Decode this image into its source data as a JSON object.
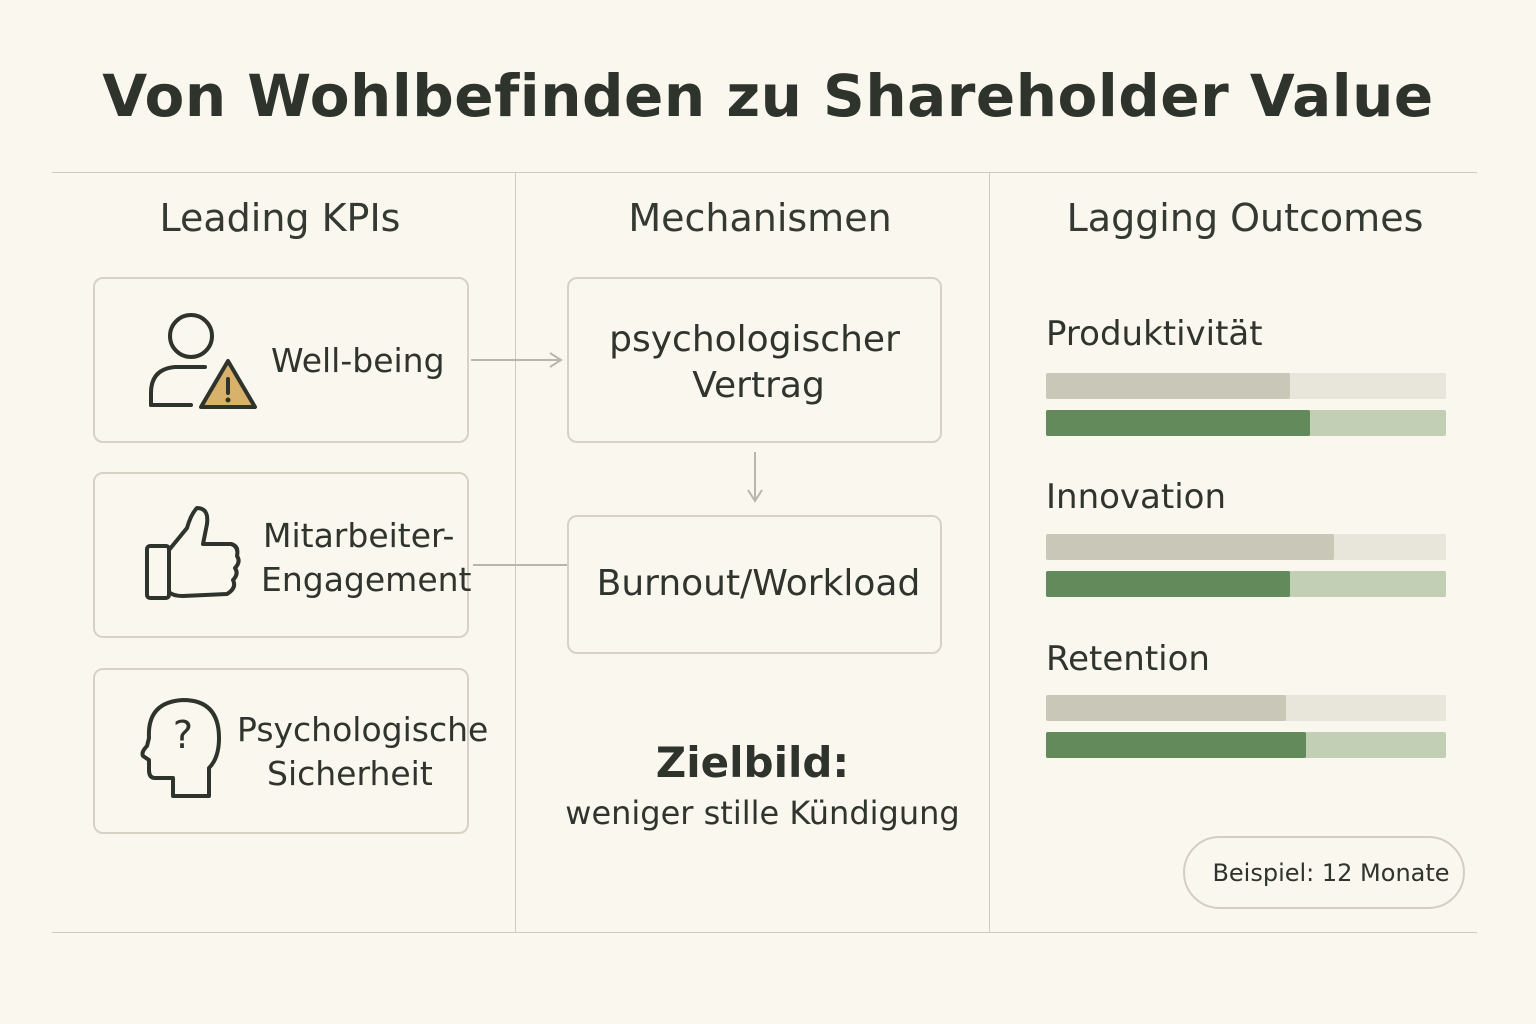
{
  "title": "Von Wohlbefinden zu Shareholder Value",
  "columns": {
    "leading": "Leading KPIs",
    "mechanisms": "Mechanismen",
    "lagging": "Lagging Outcomes"
  },
  "kpis": [
    {
      "label_1": "Well-being",
      "icon": "person-warning-icon"
    },
    {
      "label_1": "Mitarbeiter-",
      "label_2": "Engagement",
      "icon": "thumbs-up-icon"
    },
    {
      "label_1": "Psychologische",
      "label_2": "Sicherheit",
      "icon": "head-question-icon"
    }
  ],
  "mechanisms": [
    {
      "label_1": "psychologischer",
      "label_2": "Vertrag"
    },
    {
      "label_1": "Burnout/Workload"
    }
  ],
  "goal": {
    "heading": "Zielbild:",
    "text": "weniger stille Kündigung"
  },
  "outcomes": [
    {
      "label": "Produktivität",
      "before": 0.61,
      "after": 0.66
    },
    {
      "label": "Innovation",
      "before": 0.72,
      "after": 0.61
    },
    {
      "label": "Retention",
      "before": 0.6,
      "after": 0.65
    }
  ],
  "badge": "Beispiel: 12 Monate",
  "colors": {
    "before_fill": "#c9c7b8",
    "before_track": "#e8e5da",
    "after_fill": "#628a5b",
    "after_track": "#c2cfb5",
    "warning": "#d8b26a"
  }
}
